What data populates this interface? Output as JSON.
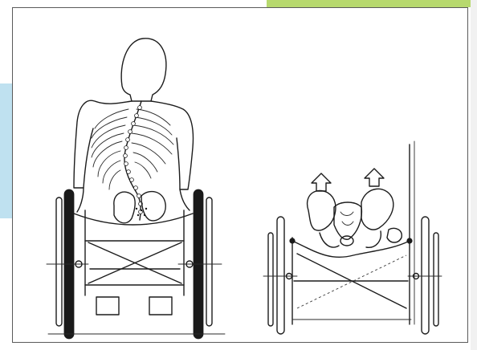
{
  "figure": {
    "panels": [
      {
        "name": "posterior-view-spinal-curvature",
        "elements": [
          "head",
          "torso",
          "rib-cage",
          "curved-spine",
          "pelvis",
          "sling-seat",
          "wheelchair"
        ]
      },
      {
        "name": "pelvis-on-sling-seat",
        "elements": [
          "pelvis",
          "sling-seat",
          "arrows",
          "wheelchair-frame"
        ]
      }
    ],
    "colors": {
      "ink": "#1c1c1c",
      "page": "#ffffff",
      "accent_top": "#b7d96e",
      "accent_left": "#bfe1f0"
    }
  }
}
